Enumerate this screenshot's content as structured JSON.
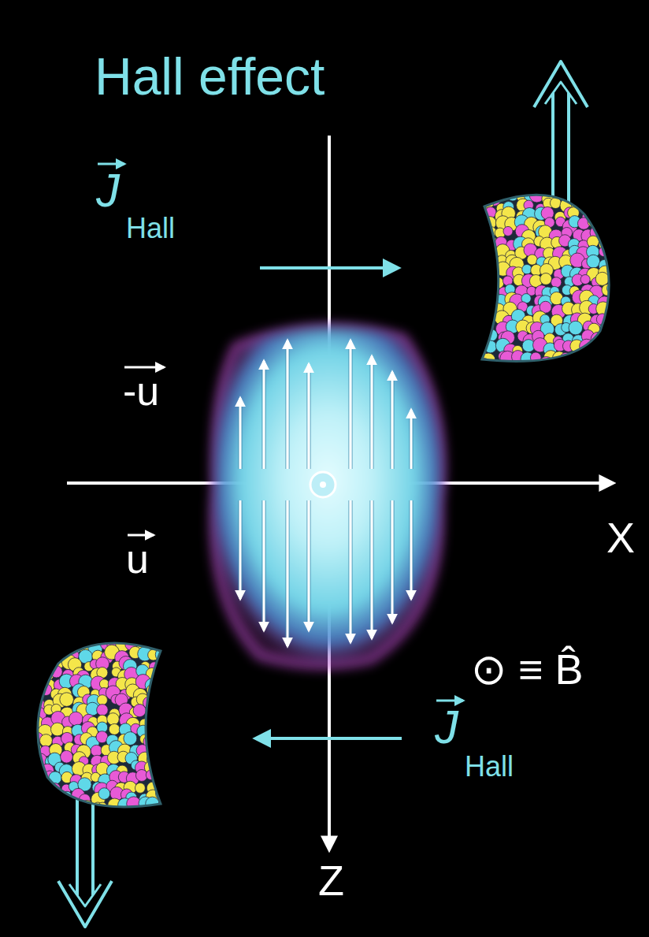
{
  "diagram": {
    "title": "Hall effect",
    "labels": [
      "J",
      "Hall",
      "-u",
      "u",
      "X",
      "⊙ ≡ B̂",
      "J",
      "Hall",
      "Z"
    ]
  }
}
